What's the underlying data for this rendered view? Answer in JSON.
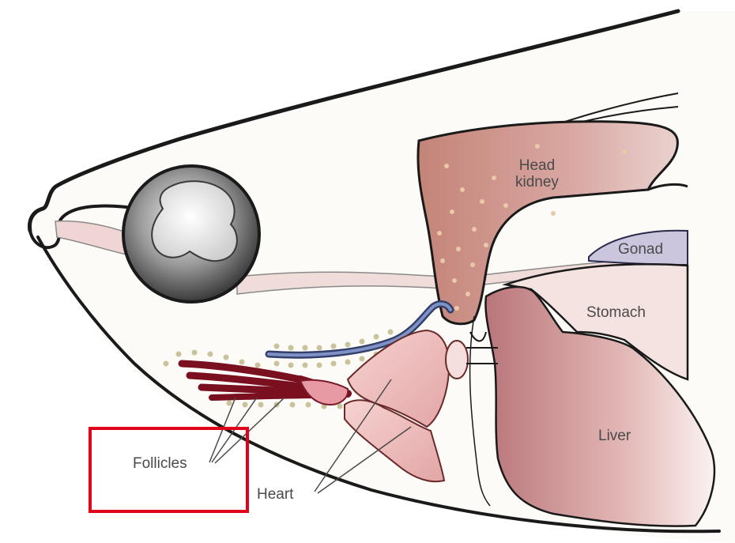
{
  "labels": {
    "head_kidney_line1": "Head",
    "head_kidney_line2": "kidney",
    "gonad": "Gonad",
    "stomach": "Stomach",
    "liver": "Liver",
    "follicles": "Follicles",
    "heart": "Heart"
  },
  "colors": {
    "outline": "#1a1a1a",
    "head_kidney": "#c99088",
    "liver": "#c0807c",
    "stomach": "#f3dfdb",
    "gonad": "#c9c3dc",
    "heart": "#f0c4c2",
    "follicle_vessel": "#8a1a2a",
    "blood_vessel": "#5d6fa6",
    "eye": "#7a7a7a",
    "highlight_box": "#e0001a"
  }
}
